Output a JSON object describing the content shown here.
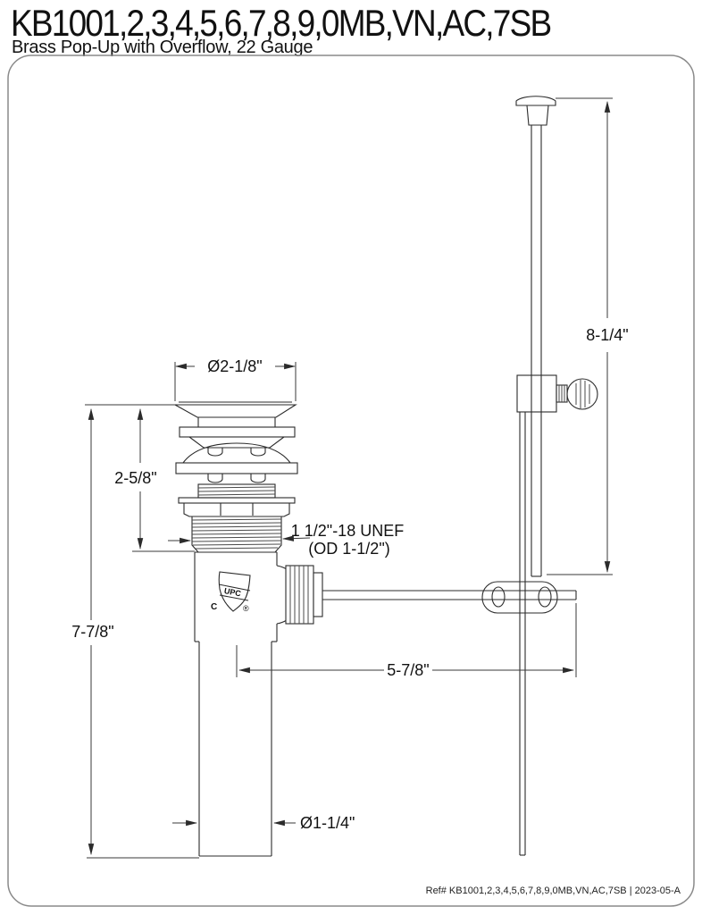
{
  "header": {
    "title": "KB1001,2,3,4,5,6,7,8,9,0MB,VN,AC,7SB",
    "subtitle": "Brass Pop-Up with Overflow, 22 Gauge"
  },
  "drawing": {
    "dimensions": {
      "flange_diameter": "Ø2-1/8\"",
      "flange_stack_height": "2-5/8\"",
      "overall_height": "7-7/8\"",
      "thread_spec_line1": "1 1/2\"-18 UNEF",
      "thread_spec_line2": "(OD 1-1/2\")",
      "rod_reach": "5-7/8\"",
      "lift_rod_height": "8-1/4\"",
      "tailpiece_diameter": "Ø1-1/4\""
    },
    "certification": {
      "mark": "UPC",
      "left_letter": "C",
      "registered": "®"
    }
  },
  "footer": {
    "reference": "Ref# KB1001,2,3,4,5,6,7,8,9,0MB,VN,AC,7SB | 2023-05-A"
  },
  "colors": {
    "line": "#2b2b2b",
    "border": "#8a8a8a",
    "background": "#ffffff"
  }
}
